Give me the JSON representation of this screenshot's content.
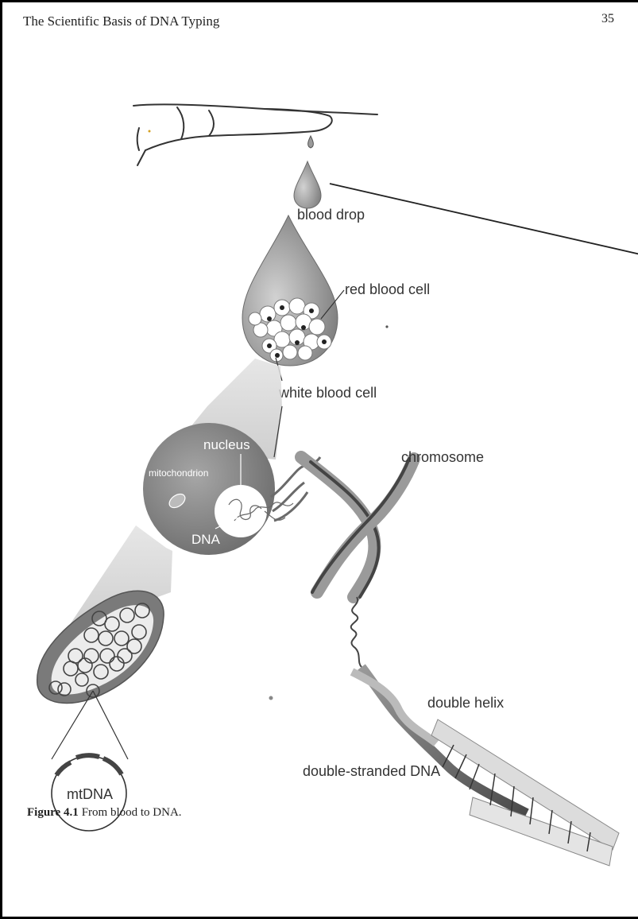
{
  "header": {
    "running_head": "The Scientific Basis of DNA Typing",
    "page_number": "35"
  },
  "figure": {
    "labels": {
      "blood_drop": "blood drop",
      "red_blood_cell": "red blood cell",
      "white_blood_cell": "white blood cell",
      "nucleus": "nucleus",
      "mitochondrion": "mitochondrion",
      "dna": "DNA",
      "chromosome": "chromosome",
      "double_helix": "double helix",
      "double_stranded_dna": "double-stranded DNA",
      "mtdna": "mtDNA"
    },
    "caption": {
      "number": "Figure 4.1",
      "text": "From blood to DNA."
    },
    "colors": {
      "ink": "#333333",
      "drop_gray": "#8a8a8a",
      "cell_gray": "#7a7a7a",
      "cone_gray": "#d4d4d4"
    }
  }
}
